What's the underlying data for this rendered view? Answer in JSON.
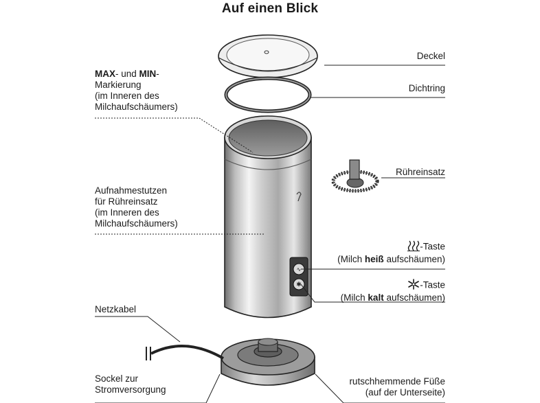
{
  "title": "Auf einen Blick",
  "labels": {
    "deckel": "Deckel",
    "dichtring": "Dichtring",
    "max_bold": "MAX",
    "max_rest": "- und ",
    "min_bold": "MIN",
    "min_rest": "-",
    "markierung": "Markierung",
    "im_inneren_1": "(im Inneren des",
    "milch_1": "Milchaufschäumers)",
    "ruehreinsatz": "Rühreinsatz",
    "aufnahmestutzen": "Aufnahmestutzen",
    "fuer_ruehreinsatz": "für Rühreinsatz",
    "im_inneren_2": "(im Inneren des",
    "milch_2": "Milchaufschäumers)",
    "taste_heiss_suffix": "-Taste",
    "heiss_pre": "(Milch ",
    "heiss_bold": "heiß",
    "heiss_post": " aufschäumen)",
    "taste_kalt_suffix": "-Taste",
    "kalt_pre": "(Milch ",
    "kalt_bold": "kalt",
    "kalt_post": " aufschäumen)",
    "netzkabel": "Netzkabel",
    "sockel_1": "Sockel zur",
    "sockel_2": "Stromversorgung",
    "fuesse_1": "rutschhemmende Füße",
    "fuesse_2": "(auf der Unterseite)"
  },
  "icons": {
    "hot": "steam-waves-icon",
    "cold": "snowflake-icon"
  }
}
